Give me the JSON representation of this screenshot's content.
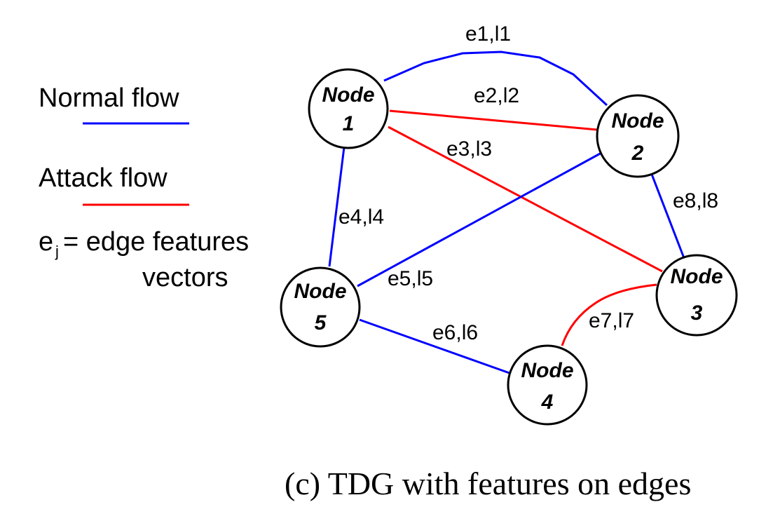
{
  "legend": {
    "normal_label": "Normal flow",
    "attack_label": "Attack flow",
    "features_prefix": "e",
    "features_subscript": "j",
    "features_line1": "= edge features",
    "features_line2": "vectors"
  },
  "colors": {
    "normal": "#0000ff",
    "attack": "#ff0000",
    "node_stroke": "#000000",
    "text": "#000000"
  },
  "nodes": [
    {
      "id": "1",
      "word": "Node",
      "num": "1"
    },
    {
      "id": "2",
      "word": "Node",
      "num": "2"
    },
    {
      "id": "3",
      "word": "Node",
      "num": "3"
    },
    {
      "id": "4",
      "word": "Node",
      "num": "4"
    },
    {
      "id": "5",
      "word": "Node",
      "num": "5"
    }
  ],
  "edges": [
    {
      "id": "e1",
      "label": "e1,l1",
      "from": "1",
      "to": "2",
      "type": "normal"
    },
    {
      "id": "e2",
      "label": "e2,l2",
      "from": "1",
      "to": "2",
      "type": "attack"
    },
    {
      "id": "e3",
      "label": "e3,l3",
      "from": "1",
      "to": "3",
      "type": "attack"
    },
    {
      "id": "e4",
      "label": "e4,l4",
      "from": "1",
      "to": "5",
      "type": "normal"
    },
    {
      "id": "e5",
      "label": "e5,l5",
      "from": "5",
      "to": "2",
      "type": "normal"
    },
    {
      "id": "e6",
      "label": "e6,l6",
      "from": "5",
      "to": "4",
      "type": "normal"
    },
    {
      "id": "e7",
      "label": "e7,l7",
      "from": "4",
      "to": "3",
      "type": "attack"
    },
    {
      "id": "e8",
      "label": "e8,l8",
      "from": "2",
      "to": "3",
      "type": "normal"
    }
  ],
  "caption": "(c) TDG with features on edges"
}
